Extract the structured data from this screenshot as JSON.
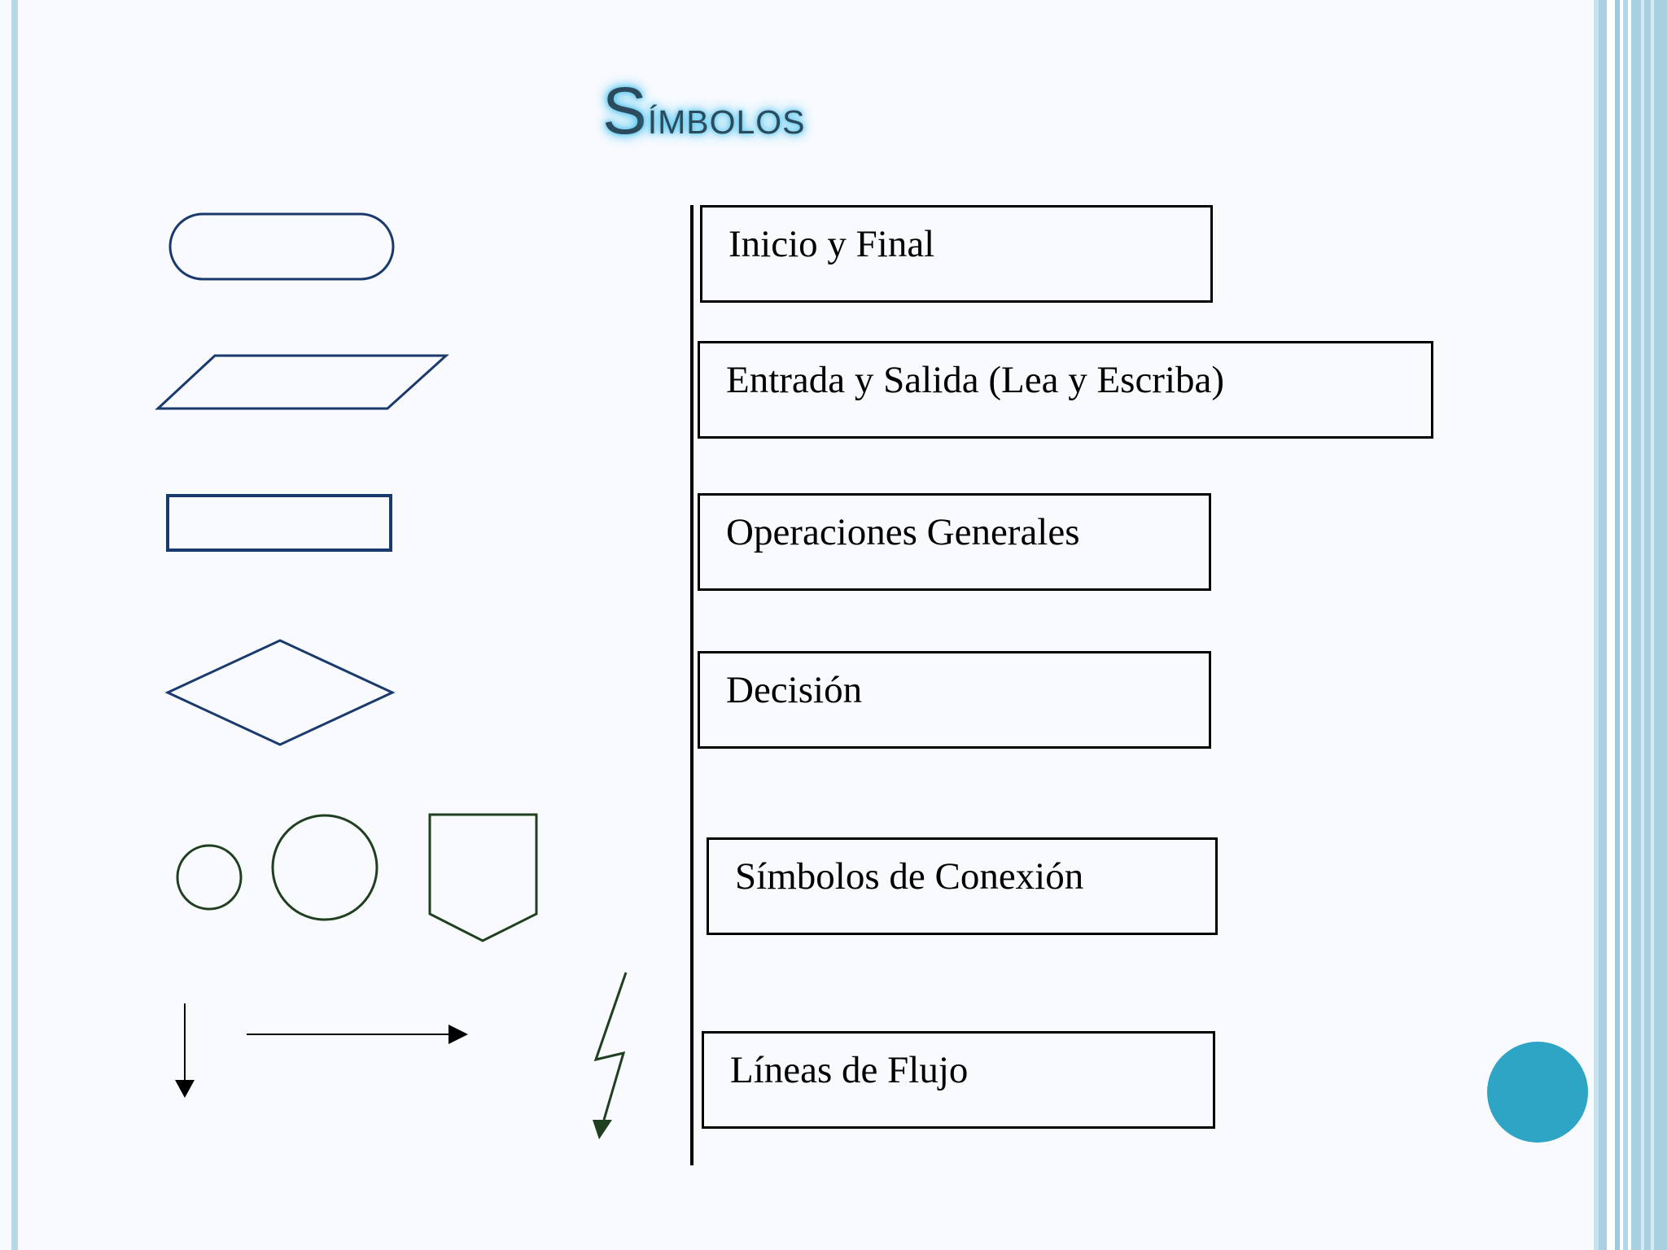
{
  "slide": {
    "title_initial": "S",
    "title_rest": "ímbolos"
  },
  "labels": [
    "Inicio  y Final",
    "Entrada y Salida (Lea y Escriba)",
    "Operaciones Generales",
    "Decisión",
    "Símbolos de Conexión",
    "Líneas de Flujo"
  ],
  "colors": {
    "title_text": "#2b4b5c",
    "title_glow": "#4fc3ee",
    "symbol_blue": "#1a3a6e",
    "symbol_green": "#1f3f1f",
    "nav_dot": "#2ea5c5",
    "border_blue": "#b7d8e6"
  }
}
